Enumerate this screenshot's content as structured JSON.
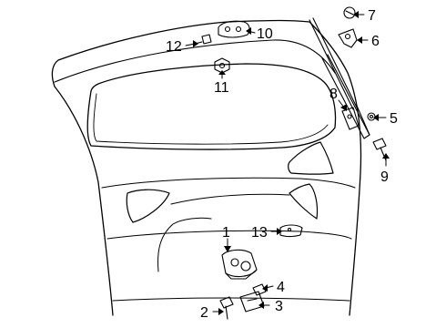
{
  "colors": {
    "line": "#000000",
    "background": "#ffffff"
  },
  "callouts": [
    {
      "id": "1",
      "label": "1"
    },
    {
      "id": "2",
      "label": "2"
    },
    {
      "id": "3",
      "label": "3"
    },
    {
      "id": "4",
      "label": "4"
    },
    {
      "id": "5",
      "label": "5"
    },
    {
      "id": "6",
      "label": "6"
    },
    {
      "id": "7",
      "label": "7"
    },
    {
      "id": "8",
      "label": "8"
    },
    {
      "id": "9",
      "label": "9"
    },
    {
      "id": "10",
      "label": "10"
    },
    {
      "id": "11",
      "label": "11"
    },
    {
      "id": "12",
      "label": "12"
    },
    {
      "id": "13",
      "label": "13"
    }
  ]
}
